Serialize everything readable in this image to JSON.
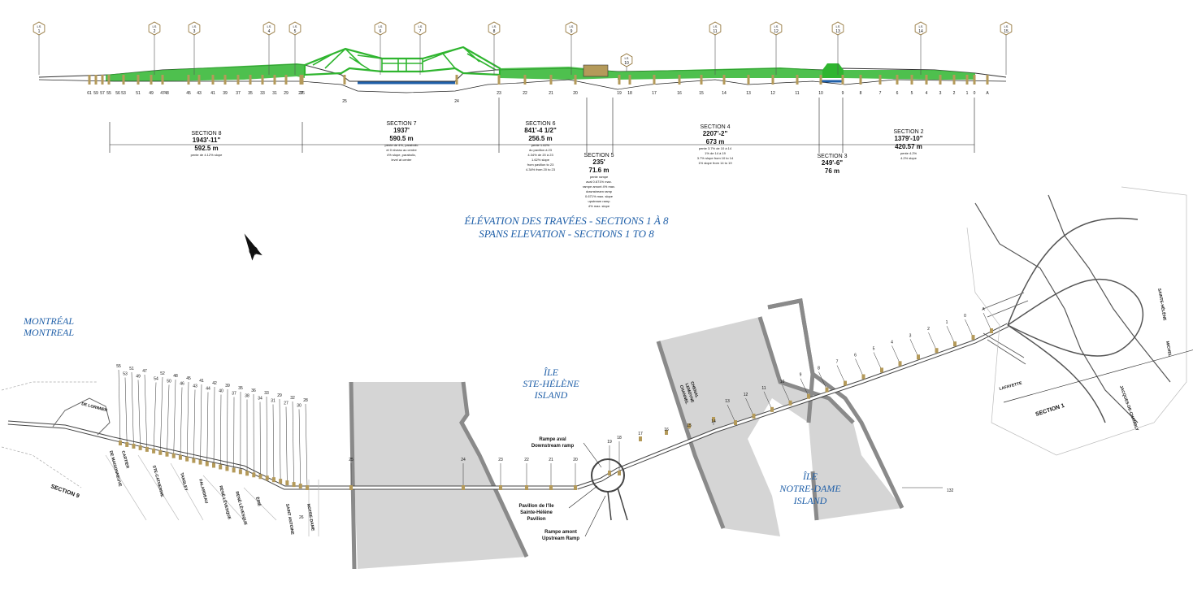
{
  "titles": {
    "elevation_fr": "ÉLÉVATION DES TRAVÉES - SECTIONS 1 À 8",
    "elevation_en": "SPANS ELEVATION - SECTIONS 1 TO 8"
  },
  "places": {
    "montreal_fr": "MONTRÉAL",
    "montreal_en": "MONTREAL",
    "ste_helene_1": "ÎLE",
    "ste_helene_2": "STE-HÉLÈNE",
    "ste_helene_3": "ISLAND",
    "notre_dame_1": "ÎLE",
    "notre_dame_2": "NOTRE-DAME",
    "notre_dame_3": "ISLAND",
    "channel_1": "CHENAL",
    "channel_2": "LEMOYNE",
    "channel_3": "CHANNEL"
  },
  "ls_markers": [
    "LS 1",
    "LS 2",
    "LS 3",
    "LS 4",
    "LS 5",
    "LS 6",
    "LS 7",
    "LS 8",
    "LS 9",
    "LS 10",
    "LS 11",
    "LS 12",
    "LS 13",
    "LS 14",
    "LS 15"
  ],
  "sections": {
    "s8": {
      "name": "SECTION 8",
      "ft": "1943'-11\"",
      "m": "592.5 m",
      "note": "pente de 4.12% slope"
    },
    "s7": {
      "name": "SECTION 7",
      "ft": "1937'",
      "m": "590.5 m",
      "n1": "pente de 4%, parabolic",
      "n2": "et 0 niveau au centre",
      "n3": "4% slope, parabolic,",
      "n4": "level at center"
    },
    "s6": {
      "name": "SECTION 6",
      "ft": "841'-4 1/2\"",
      "m": "256.5 m",
      "n1": "pente 1.62%",
      "n2": "du pavillon à 23",
      "n3": "4.34% de 20 à 23",
      "n4": "1.62% slope",
      "n5": "from pavilion to 23",
      "n6": "4.34% from 20 to 23"
    },
    "s5": {
      "name": "SECTION 5",
      "ft": "235'",
      "m": "71.6 m",
      "n1": "pente rampe",
      "n2": "aval 0.671% max.",
      "n3": "rampe amont 4% max.",
      "n4": "downstream ramp",
      "n5": "0.671% max. slope",
      "n6": "upstream ramp",
      "n7": "4% max. slope"
    },
    "s4": {
      "name": "SECTION 4",
      "ft": "2207'-2\"",
      "m": "673 m",
      "n1": "pente 3.7% de 10 à 14",
      "n2": "1% de 14 à 19",
      "n3": "3.7% slope from 10 to 14",
      "n4": "1% slope from 14 to 19"
    },
    "s3": {
      "name": "SECTION 3",
      "ft": "249'-6\"",
      "m": "76 m"
    },
    "s2": {
      "name": "SECTION 2",
      "ft": "1379'-10\"",
      "m": "420.57 m",
      "n1": "pente 4.2%",
      "n2": "4.2% slope"
    },
    "s1": {
      "name": "SECTION 1"
    },
    "s9": {
      "name": "SECTION 9"
    }
  },
  "elev_piers": [
    "61",
    "59",
    "57",
    "55",
    "53",
    "51",
    "49",
    "47",
    "45",
    "43",
    "41",
    "39",
    "37",
    "35",
    "33",
    "31",
    "29",
    "27",
    "26",
    "25",
    "24",
    "23",
    "22",
    "21",
    "20",
    "19",
    "18",
    "17",
    "16",
    "15",
    "14",
    "13",
    "12",
    "11",
    "10",
    "9",
    "8",
    "7",
    "6",
    "5",
    "4",
    "3",
    "2",
    "1",
    "0",
    "A"
  ],
  "elev_piers_short": [
    "56",
    "48"
  ],
  "plan_piers_left": [
    "55",
    "53",
    "51",
    "49",
    "47",
    "54",
    "52",
    "50",
    "48",
    "46",
    "45",
    "43",
    "41",
    "44",
    "42",
    "40",
    "39",
    "37",
    "35",
    "38",
    "36",
    "34",
    "33",
    "31",
    "29",
    "27",
    "32",
    "30",
    "28"
  ],
  "plan_piers_mid": [
    "25",
    "24",
    "23",
    "22",
    "21",
    "20",
    "19",
    "18",
    "17",
    "16",
    "15",
    "14"
  ],
  "plan_piers_right": [
    "13",
    "12",
    "11",
    "10",
    "9",
    "8",
    "7",
    "6",
    "5",
    "4",
    "3",
    "2",
    "1",
    "0",
    "A"
  ],
  "streets": {
    "de_lorimier": "DE LORIMIER",
    "de_maisonneuve": "DE MAISONNEUVE",
    "cartier": "CARTIER",
    "ste_catherine": "STE-CATHERINE",
    "tansley": "TANSLEY",
    "falardeau": "FALARDEAU",
    "rene_levesque_1": "RENÉ-LÉVESQUE",
    "rene_levesque_2": "RENÉ-LÉVESQUE",
    "erie": "ÉRIÉ",
    "saint_antoine": "SAINT ANTOINE",
    "notre_dame": "NOTRE-DAME",
    "lafayette": "LAFAYETTE",
    "sainte_helene": "SAINTE-HÉLÈNE",
    "michel": "MICHEL",
    "jacques": "JACQUES-DE-CHAMBLY"
  },
  "callouts": {
    "rampe_aval_fr": "Rampe aval",
    "rampe_aval_en": "Downstream ramp",
    "pavillon_1": "Pavillon de l'île",
    "pavillon_2": "Sainte-Hélène",
    "pavillon_3": "Pavilion",
    "rampe_amont_fr": "Rampe amont",
    "rampe_amont_en": "Upstream Ramp"
  },
  "small_labels": {
    "r132": "132",
    "c26": "26",
    "c25": "25"
  },
  "colors": {
    "truss_green": "#2fb52f",
    "water_blue": "#1f5fa8",
    "river_gray": "#d5d5d5",
    "shore_gray": "#8a8a8a",
    "pier_tan": "#b49a5a",
    "label_blue": "#1f5fa8"
  },
  "icons": {
    "north_arrow": "north-arrow-icon",
    "ls_marker": "hexagon-marker-icon"
  }
}
